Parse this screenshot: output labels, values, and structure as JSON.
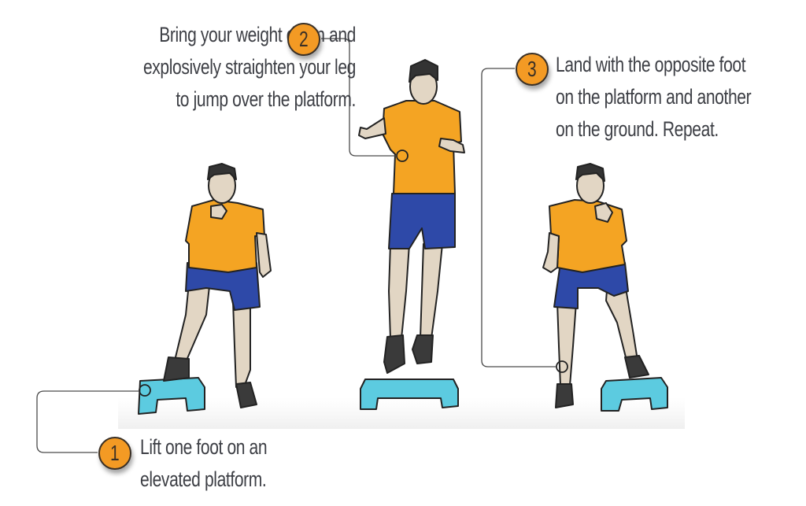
{
  "figure": {
    "type": "exercise-instruction",
    "colors": {
      "badge": "#f39a24",
      "badge_outline": "#3a3026",
      "text": "#3d3f45",
      "shirt": "#f4a423",
      "shorts": "#2e49a8",
      "skin": "#e2d6c4",
      "hair": "#333333",
      "platform": "#5ccbe0",
      "shoe": "#3a3a3a"
    },
    "steps": [
      {
        "number": "1",
        "lines": [
          "Lift one foot on an",
          "elevated platform."
        ]
      },
      {
        "number": "2",
        "lines": [
          "Bring your weight down and",
          "explosively straighten your leg",
          "to jump over the platform."
        ]
      },
      {
        "number": "3",
        "lines": [
          "Land with the opposite foot",
          "on the platform and another",
          "on the ground. Repeat."
        ]
      }
    ]
  }
}
